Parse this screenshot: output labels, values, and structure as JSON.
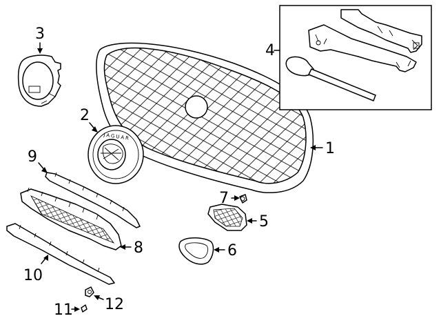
{
  "diagram": {
    "callouts": {
      "c1": "1",
      "c2": "2",
      "c3": "3",
      "c4": "4",
      "c5": "5",
      "c6": "6",
      "c7": "7",
      "c8": "8",
      "c9": "9",
      "c10": "10",
      "c11": "11",
      "c12": "12"
    },
    "emblem_text": "JAGUAR"
  }
}
